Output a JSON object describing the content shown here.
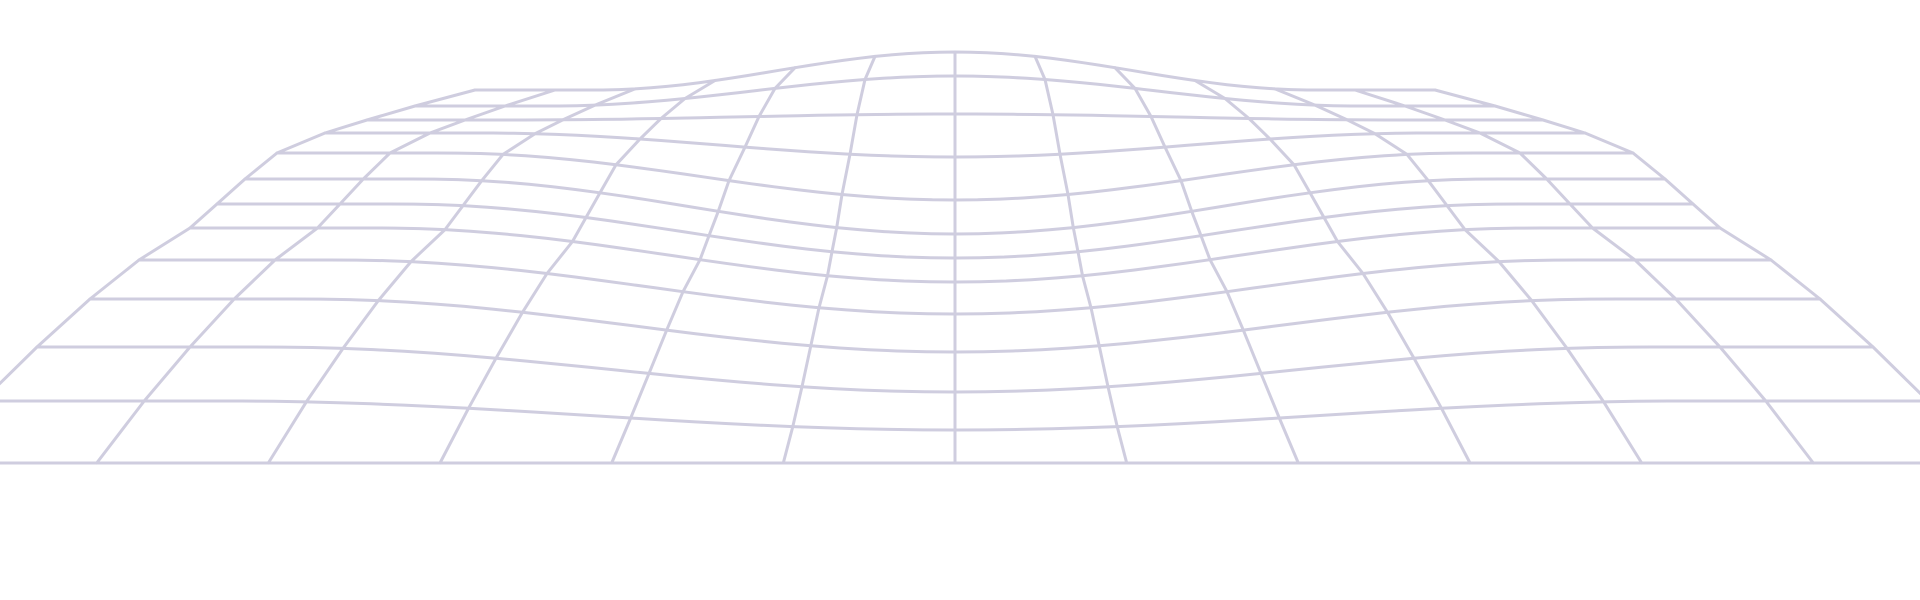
{
  "graphic": {
    "kind": "wireframe-mesh-surface",
    "line_color": "#cfcddf",
    "background_color": "#ffffff",
    "rows": 13,
    "columns": 13
  }
}
